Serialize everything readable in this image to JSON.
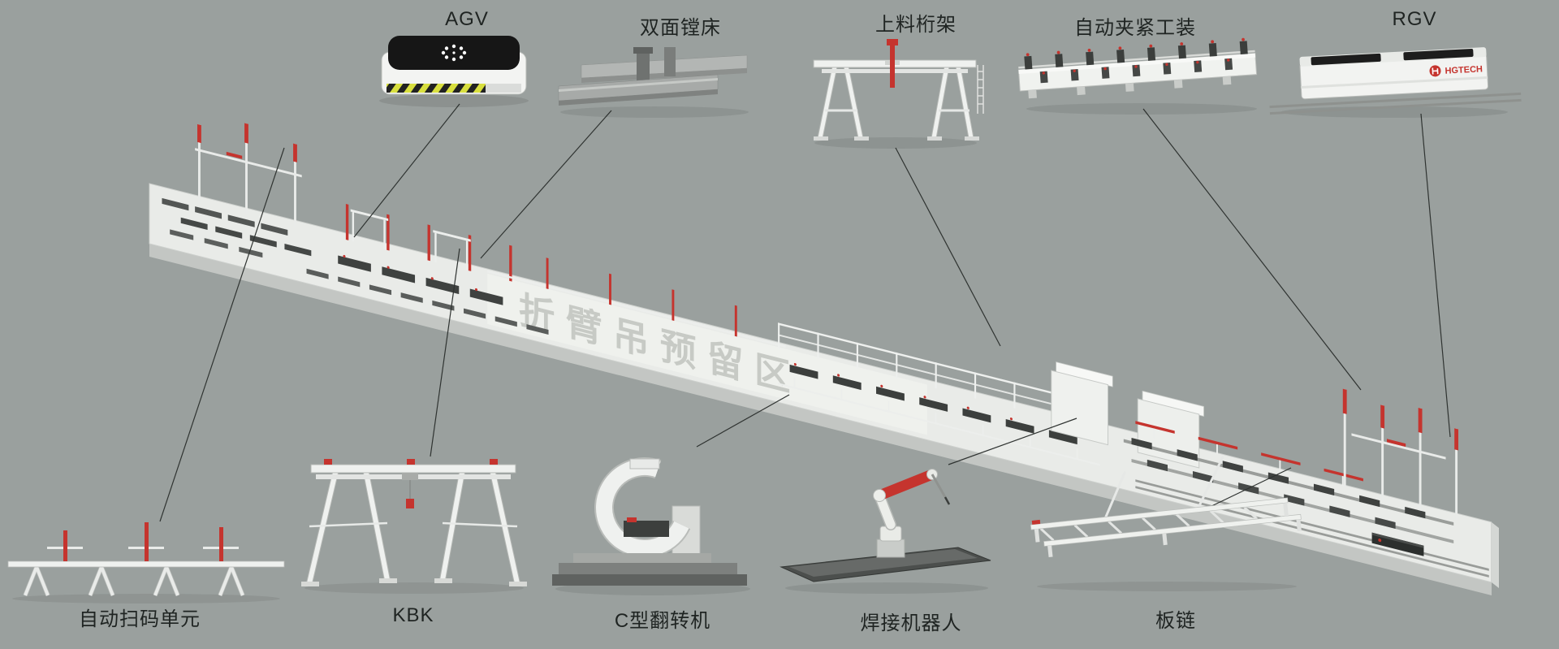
{
  "scene": {
    "background_color": "#9aa09e",
    "accent_red": "#c5342e",
    "platform_text": "折臂吊预留区"
  },
  "callouts": {
    "top": [
      {
        "id": "agv",
        "label": "AGV"
      },
      {
        "id": "double-boring-machine",
        "label": "双面镗床"
      },
      {
        "id": "loading-gantry",
        "label": "上料桁架"
      },
      {
        "id": "auto-clamping-fixture",
        "label": "自动夹紧工装"
      },
      {
        "id": "rgv",
        "label": "RGV"
      }
    ],
    "bottom": [
      {
        "id": "auto-scan-unit",
        "label": "自动扫码单元"
      },
      {
        "id": "kbk",
        "label": "KBK"
      },
      {
        "id": "c-type-flipper",
        "label": "C型翻转机"
      },
      {
        "id": "welding-robot",
        "label": "焊接机器人"
      },
      {
        "id": "plate-chain",
        "label": "板链"
      }
    ]
  },
  "rgv_branding": {
    "logo_text": "HGTECH"
  }
}
